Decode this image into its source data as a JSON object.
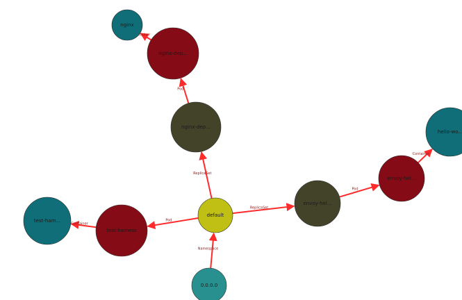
{
  "graph": {
    "colors": {
      "edge": "#ff2a2a",
      "namespace": "#c0bf14",
      "replicaset": "#43432a",
      "pod": "#850b16",
      "container": "#0f6e78",
      "ip": "#28918f"
    },
    "nodes": [
      {
        "id": "default",
        "label": "default",
        "kind": "namespace"
      },
      {
        "id": "ip",
        "label": "0.0.0.0",
        "kind": "ip"
      },
      {
        "id": "nginx-rs",
        "label": "nginx-dep...",
        "kind": "replicaset"
      },
      {
        "id": "nginx-pod",
        "label": "nginx-dep...",
        "kind": "pod"
      },
      {
        "id": "nginx-c",
        "label": "nginx",
        "kind": "container"
      },
      {
        "id": "envoy-rs",
        "label": "envoy-hel...",
        "kind": "replicaset"
      },
      {
        "id": "envoy-pod",
        "label": "envoy-hel...",
        "kind": "pod"
      },
      {
        "id": "hello-c",
        "label": "hello-wo...",
        "kind": "container"
      },
      {
        "id": "test-pod",
        "label": "test-harness",
        "kind": "pod"
      },
      {
        "id": "test-c",
        "label": "test-ham...",
        "kind": "container"
      }
    ],
    "edges": [
      {
        "from": "ip",
        "to": "default",
        "label": "Namespace"
      },
      {
        "from": "default",
        "to": "nginx-rs",
        "label": "ReplicaSet"
      },
      {
        "from": "nginx-rs",
        "to": "nginx-pod",
        "label": "Pod"
      },
      {
        "from": "nginx-pod",
        "to": "nginx-c",
        "label": "Container"
      },
      {
        "from": "default",
        "to": "envoy-rs",
        "label": "ReplicaSet"
      },
      {
        "from": "envoy-rs",
        "to": "envoy-pod",
        "label": "Pod"
      },
      {
        "from": "envoy-pod",
        "to": "hello-c",
        "label": "Container"
      },
      {
        "from": "default",
        "to": "test-pod",
        "label": "Pod"
      },
      {
        "from": "test-pod",
        "to": "test-c",
        "label": "Container"
      }
    ]
  }
}
